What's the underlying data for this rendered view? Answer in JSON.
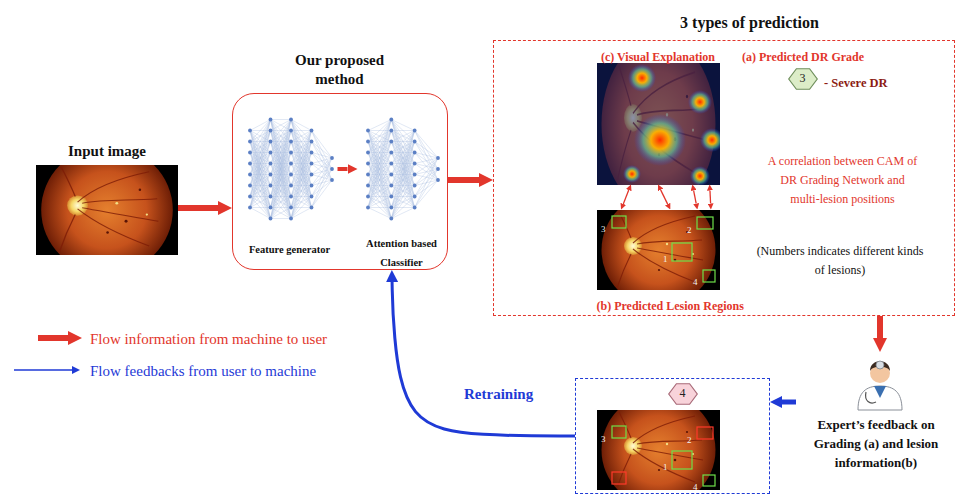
{
  "diagram": {
    "nodes": [
      {
        "text": [
          "Input image"
        ]
      },
      {
        "text": [
          "Our proposed method"
        ]
      },
      {
        "text": [
          "Feature generator"
        ],
        "in": 1
      },
      {
        "text": [
          "Attention based Classifier"
        ],
        "in": 1
      },
      {
        "text": [
          "3 types of prediction"
        ]
      },
      {
        "text": [
          "(c) Visual Explanation"
        ],
        "in": 4
      },
      {
        "text": [
          "3"
        ],
        "in": 4
      },
      {
        "text": [
          "(b) Predicted Lesion Regions"
        ],
        "in": 4
      },
      {
        "text": [
          "Expert’s feedback on Grading (a) and lesion information(b)"
        ]
      },
      {
        "text": []
      },
      {
        "text": [
          "4"
        ],
        "in": 9
      }
    ],
    "edges": [
      {
        "from": 0,
        "to": 1,
        "arrow": "to"
      },
      {
        "from": 2,
        "to": 3,
        "arrow": "to"
      },
      {
        "from": 1,
        "to": 4,
        "arrow": "to"
      },
      {
        "from": 5,
        "to": 7,
        "arrow": "both"
      },
      {
        "from": 5,
        "to": 7,
        "arrow": "both"
      },
      {
        "from": 5,
        "to": 7,
        "arrow": "both"
      },
      {
        "from": 5,
        "to": 7,
        "arrow": "both"
      },
      {
        "from": 4,
        "to": 8,
        "arrow": "to"
      },
      {
        "from": 8,
        "to": 9,
        "arrow": "to"
      },
      {
        "from": 9,
        "to": 1,
        "arrow": "to",
        "label": "Retraining"
      }
    ],
    "labels": [
      "(a) Predicted DR Grade",
      "- Severe DR",
      "A correlation between CAM of DR Grading Network and multi-lesion positions",
      "(Numbers indicates different kinds of lesions)",
      "3",
      "2",
      "1",
      "4",
      "3",
      "2",
      "1",
      "4"
    ],
    "legend": [
      {
        "text": "Flow information from machine to user"
      },
      {
        "text": "Flow feedbacks from user to machine"
      }
    ]
  }
}
